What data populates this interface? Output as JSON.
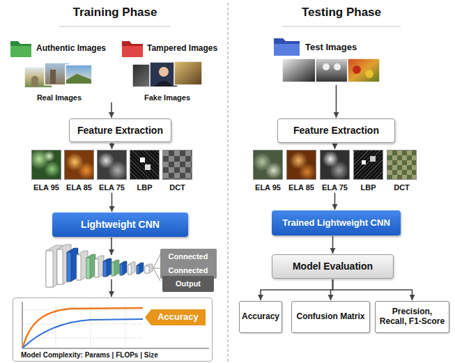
{
  "diagram": {
    "nodes": [
      {
        "text": [
          "Feature Extraction"
        ]
      },
      {
        "text": [
          "ELA 95"
        ]
      },
      {
        "text": [
          "ELA 85"
        ]
      },
      {
        "text": [
          "ELA 75"
        ]
      },
      {
        "text": [
          "LBP"
        ]
      },
      {
        "text": [
          "DCT"
        ]
      },
      {
        "text": [
          "Lightweight CNN"
        ]
      },
      {
        "text": [
          "Connected"
        ]
      },
      {
        "text": [
          "Connected"
        ]
      },
      {
        "text": [
          "Output"
        ]
      },
      {
        "text": [
          "Model Complexity: Params | FLOPs | Size"
        ]
      },
      {
        "text": [
          "Accuracy"
        ],
        "in": 10
      },
      {
        "text": [
          "Feature Extraction"
        ]
      },
      {
        "text": [
          "ELA 95"
        ]
      },
      {
        "text": [
          "ELA 85"
        ]
      },
      {
        "text": [
          "ELA 75"
        ]
      },
      {
        "text": [
          "LBP"
        ]
      },
      {
        "text": [
          "DCT"
        ]
      },
      {
        "text": [
          "Trained Lightweight CNN"
        ]
      },
      {
        "text": [
          "Model Evaluation"
        ]
      },
      {
        "text": [
          "Accuracy"
        ]
      },
      {
        "text": [
          "Confusion Matrix"
        ]
      },
      {
        "text": [
          "Precision, Recall, F1-Score"
        ]
      }
    ],
    "edges": [
      {
        "from": 0,
        "to": 3,
        "arrow": "to"
      },
      {
        "from": 3,
        "to": 6,
        "arrow": "to"
      },
      {
        "from": 12,
        "to": 15,
        "arrow": "to"
      },
      {
        "from": 15,
        "to": 18,
        "arrow": "to"
      },
      {
        "from": 18,
        "to": 19,
        "arrow": "to"
      },
      {
        "from": 19,
        "to": 20,
        "arrow": "to"
      },
      {
        "from": 19,
        "to": 21,
        "arrow": "to"
      },
      {
        "from": 19,
        "to": 22,
        "arrow": "to"
      }
    ],
    "labels": [
      "Training Phase",
      "Testing Phase",
      "Authentic Images",
      "Tampered Images",
      "Real Images",
      "Fake Images",
      "Test Images"
    ]
  }
}
